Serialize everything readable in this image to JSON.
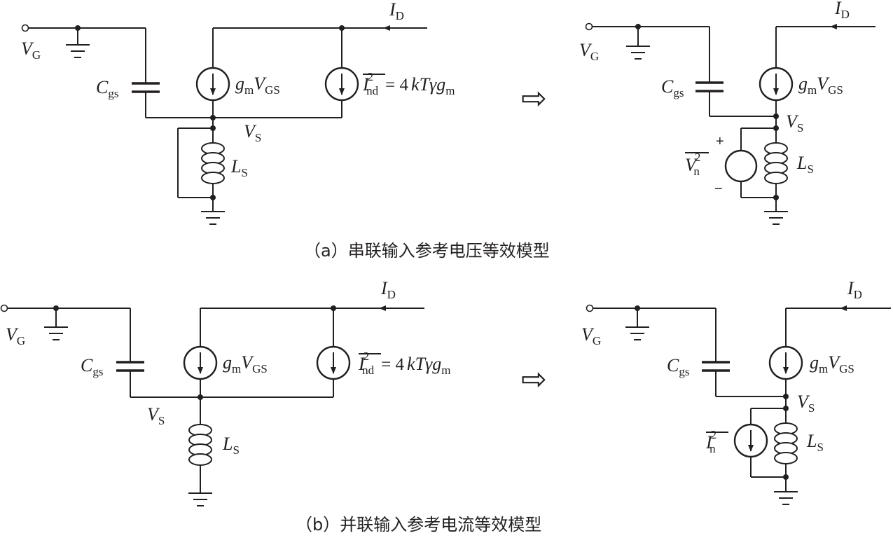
{
  "captions": {
    "a": "（a）串联输入参考电压等效模型",
    "b": "（b）并联输入参考电流等效模型"
  },
  "labels": {
    "vg": {
      "main": "V",
      "sub": "G"
    },
    "id": {
      "main": "I",
      "sub": "D"
    },
    "cgs": {
      "main": "C",
      "sub": "gs"
    },
    "gm_vgs": {
      "gm": "g",
      "gm_sub": "m",
      "v": "V",
      "v_sub": "GS"
    },
    "vs": {
      "main": "V",
      "sub": "S"
    },
    "ls": {
      "main": "L",
      "sub": "S"
    },
    "ind": {
      "main": "I",
      "sup": "2",
      "sub": "nd",
      "eq": "= 4",
      "k": "kTγg",
      "k_sub": "m"
    },
    "vn": {
      "main": "V",
      "sup": "2",
      "sub": "n"
    },
    "in": {
      "main": "I",
      "sup": "2",
      "sub": "n"
    },
    "plus": "+",
    "minus": "−"
  },
  "arrow_symbol": "⇨"
}
